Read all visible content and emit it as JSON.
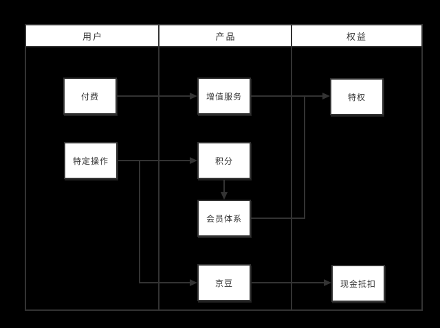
{
  "diagram": {
    "type": "swimlane-flowchart",
    "columns": [
      {
        "id": "user",
        "label": "用户"
      },
      {
        "id": "product",
        "label": "产品"
      },
      {
        "id": "benefit",
        "label": "权益"
      }
    ],
    "nodes": [
      {
        "id": "pay",
        "label": "付费",
        "column": "用户"
      },
      {
        "id": "specific-action",
        "label": "特定操作",
        "column": "用户"
      },
      {
        "id": "value-added-service",
        "label": "增值服务",
        "column": "产品"
      },
      {
        "id": "points",
        "label": "积分",
        "column": "产品"
      },
      {
        "id": "membership-system",
        "label": "会员体系",
        "column": "产品"
      },
      {
        "id": "jingdou",
        "label": "京豆",
        "column": "产品"
      },
      {
        "id": "privilege",
        "label": "特权",
        "column": "权益"
      },
      {
        "id": "cash-deduction",
        "label": "现金抵扣",
        "column": "权益"
      }
    ],
    "edges": [
      {
        "from": "付费",
        "to": "增值服务",
        "arrow": true
      },
      {
        "from": "增值服务",
        "to": "特权",
        "arrow": true
      },
      {
        "from": "特定操作",
        "to": "积分",
        "arrow": true
      },
      {
        "from": "积分",
        "to": "会员体系",
        "arrow": true
      },
      {
        "from": "会员体系",
        "to": "特权",
        "arrow": false
      },
      {
        "from": "特定操作",
        "to": "京豆",
        "arrow": true
      },
      {
        "from": "京豆",
        "to": "现金抵扣",
        "arrow": true
      }
    ],
    "colors": {
      "page_background": "#000000",
      "line": "#333333",
      "node_fill": "#ffffff",
      "header_fill": "#ffffff",
      "text": "#333333"
    }
  }
}
